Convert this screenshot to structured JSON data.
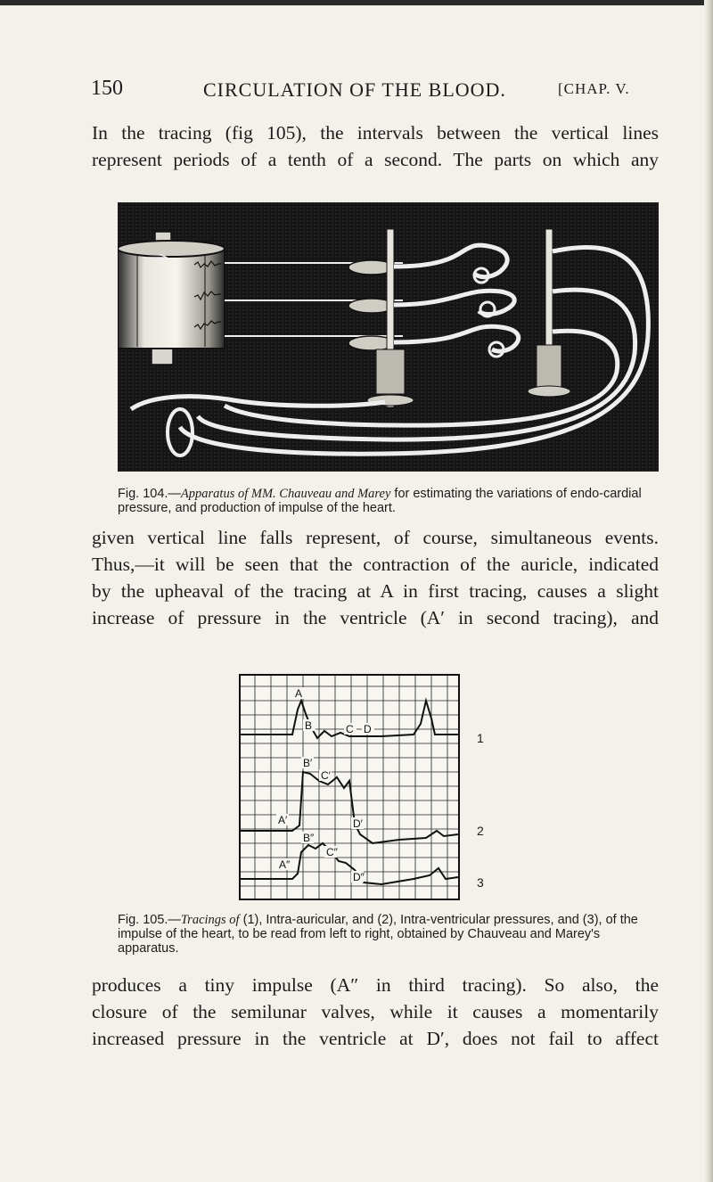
{
  "header": {
    "page_number": "150",
    "running_title": "CIRCULATION OF THE BLOOD.",
    "chapter": "[CHAP. V."
  },
  "paragraph_top": [
    "In the tracing (fig 105), the intervals between the vertical lines",
    "represent periods of a tenth of a second. The parts on which any"
  ],
  "figure_104": {
    "caption_label": "Fig. 104.—",
    "caption_italic": "Apparatus of MM. Chauveau and Marey",
    "caption_rest": " for estimating the variations of endo-cardial pressure, and production of impulse of the heart."
  },
  "paragraph_middle": [
    "given vertical line falls represent, of course, simultaneous events.",
    "Thus,—it will be seen that the contraction of the auricle, indicated",
    "by the upheaval of the tracing at A in first tracing, causes a slight",
    "increase of pressure in the ventricle (A′ in second tracing), and"
  ],
  "figure_105": {
    "trace_labels": [
      "A",
      "B",
      "C",
      "D",
      "B′",
      "C′",
      "A′",
      "D′",
      "B″",
      "C″",
      "A″",
      "D″"
    ],
    "trace_numbers": [
      "1",
      "2",
      "3"
    ],
    "caption_label": "Fig. 105.—",
    "caption_italic": "Tracings of",
    "caption_rest": " (1), Intra-auricular, and (2), Intra-ventricular pressures, and (3), of the impulse of the heart, to be read from left to right, obtained by Chauveau and Marey's apparatus."
  },
  "paragraph_bottom": [
    "produces a tiny impulse (A″ in third tracing). So also, the",
    "closure of the semilunar valves, while it causes a momentarily",
    "increased pressure in the ventricle at D′, does not fail to affect"
  ]
}
